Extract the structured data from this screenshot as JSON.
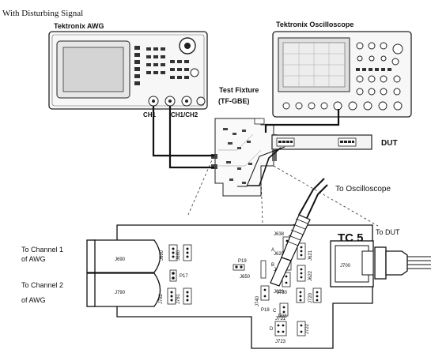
{
  "heading": "With Disturbing Signal",
  "awg": {
    "title": "Tektronix AWG",
    "ch1_label": "CH1",
    "ch_pair_label": "CH1/CH2"
  },
  "scope": {
    "title": "Tektronix Oscilloscope"
  },
  "fixture": {
    "title": "Test Fixture",
    "subtitle": "(TF-GBE)"
  },
  "dut_label": "DUT",
  "board": {
    "name": "TC 5",
    "to_scope": "To Oscilloscope",
    "to_dut": "To DUT",
    "ch1_lines": [
      "To Channel 1",
      "of AWG"
    ],
    "ch2_lines": [
      "To Channel 2",
      "of AWG"
    ],
    "ref": {
      "j690": "J690",
      "j690b": "J690",
      "j680": "J680",
      "j790": "J790",
      "j782": "J782",
      "j781": "J781",
      "p17": "P17",
      "p19": "P19",
      "j650": "J650",
      "j638": "J638",
      "j620": "J620",
      "j634": "J634",
      "j623": "J623",
      "j621": "J621",
      "j622": "J622",
      "a": "A",
      "b": "B",
      "c": "C",
      "d": "D",
      "j740": "J740",
      "p18": "P18",
      "j730": "J730",
      "j721": "J721",
      "j720": "J720",
      "j731": "J731",
      "j722": "J722",
      "j723": "J723",
      "j700": "J700"
    }
  }
}
